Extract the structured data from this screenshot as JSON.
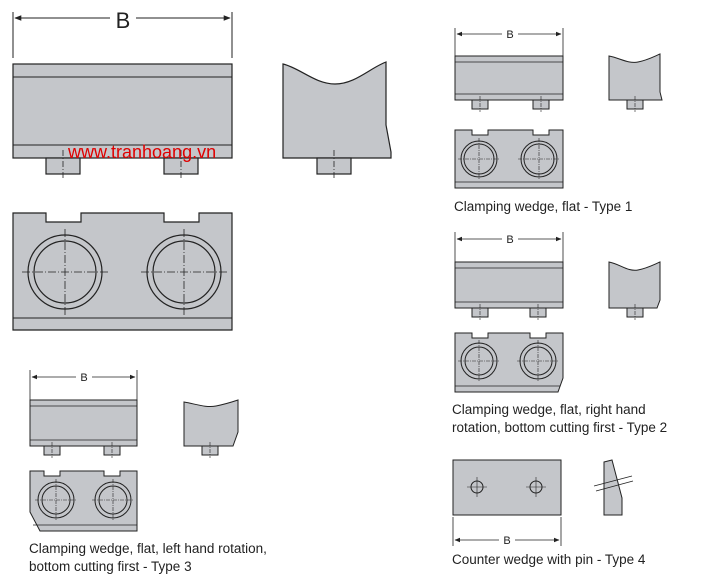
{
  "watermark": "www.tranhoang.vn",
  "dimension_label": "B",
  "captions": {
    "type1": "Clamping wedge, flat - Type 1",
    "type2_line1": "Clamping wedge, flat, right hand",
    "type2_line2": "rotation, bottom cutting first - Type 2",
    "type3_line1": "Clamping wedge, flat, left hand rotation,",
    "type3_line2": "bottom cutting first - Type 3",
    "type4": "Counter wedge with pin - Type 4"
  },
  "colors": {
    "body_fill": "#c4c6ca",
    "outline": "#222222",
    "watermark": "#e00000"
  }
}
